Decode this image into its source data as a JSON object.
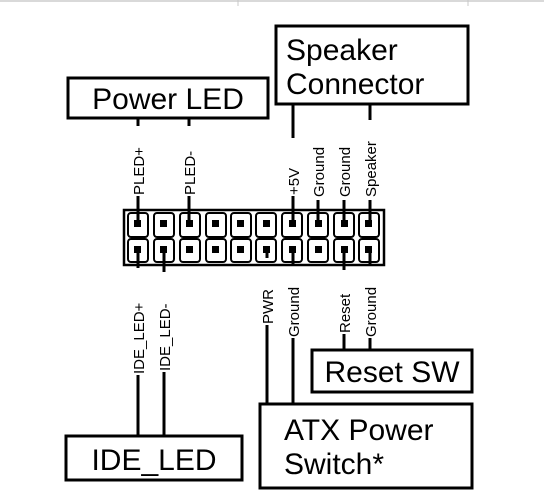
{
  "boxes": {
    "power_led": "Power LED",
    "speaker_line1": "Speaker",
    "speaker_line2": "Connector",
    "reset_sw": "Reset SW",
    "atx_line1": "ATX Power",
    "atx_line2": "Switch*",
    "ide_led": "IDE_LED"
  },
  "top_pins": {
    "pled_plus": "PLED+",
    "pled_minus": "PLED-",
    "plus5v": "+5V",
    "ground1": "Ground",
    "ground2": "Ground",
    "speaker": "Speaker"
  },
  "bottom_pins": {
    "ide_led_plus": "IDE_LED+",
    "ide_led_minus": "IDE_LED-",
    "pwr": "PWR",
    "ground_pwr": "Ground",
    "reset": "Reset",
    "ground_reset": "Ground"
  },
  "colors": {
    "line": "#000000",
    "background": "#ffffff",
    "border_top": "#d9d9d9"
  }
}
